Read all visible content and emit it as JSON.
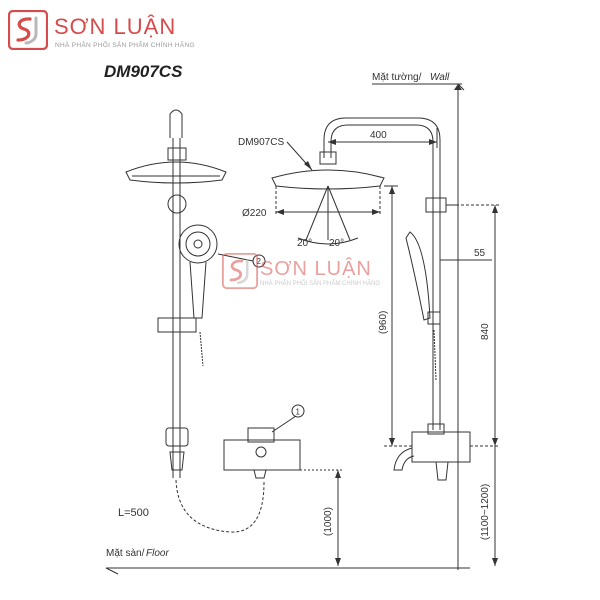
{
  "brand": {
    "name": "SƠN LUẬN",
    "tagline": "NHÀ PHÂN PHỐI SẢN PHẨM CHÍNH HÃNG",
    "color": "#d64b4b"
  },
  "title": "DM907CS",
  "labels": {
    "wall_prefix": "Mặt tường/",
    "wall_italic": "Wall",
    "floor_prefix": "Mặt sàn/",
    "floor_italic": "Floor",
    "model_callout": "DM907CS",
    "head_diameter": "Ø220",
    "angle_left": "20°",
    "angle_right": "20°",
    "dim_400": "400",
    "dim_55": "55",
    "dim_840": "840",
    "dim_960": "(960)",
    "dim_1000": "(1000)",
    "dim_1100_1200": "(1100~1200)",
    "hose_length": "L=500",
    "callout_1": "1",
    "callout_2": "2"
  }
}
